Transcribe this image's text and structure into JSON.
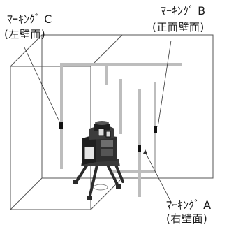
{
  "labels": {
    "c": {
      "title": "ﾏｰｷﾝｸﾞ C",
      "sub": "(左壁面)"
    },
    "b": {
      "title": "ﾏｰｷﾝｸﾞ B",
      "sub": "(正面壁面)"
    },
    "a": {
      "title": "ﾏｰｷﾝｸﾞ A",
      "sub": "(右壁面)"
    }
  },
  "colors": {
    "room_line": "#555555",
    "laser_line": "#bdbdbd",
    "marker": "#111111",
    "device_body": "#2b2b2b"
  },
  "icons": {
    "device": "laser-level-icon",
    "marker": "marking-tick-icon"
  }
}
